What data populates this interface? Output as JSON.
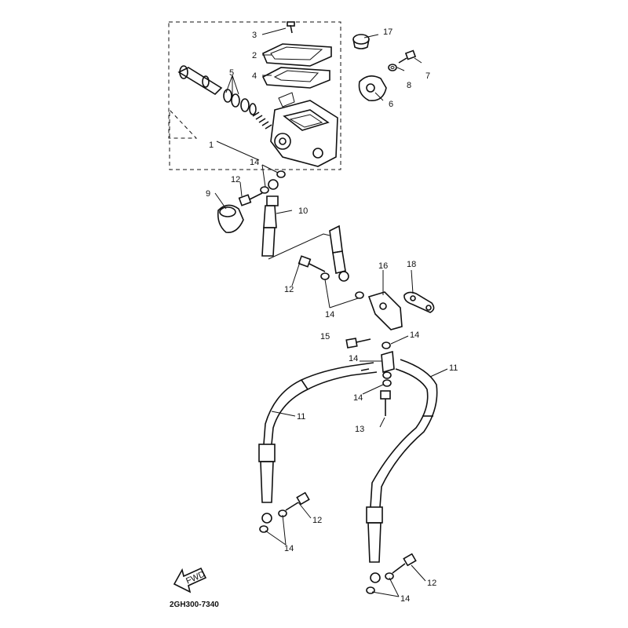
{
  "diagram": {
    "code": "2GH300-7340",
    "fwd_arrow_text": "FWD",
    "callouts": [
      "1",
      "2",
      "3",
      "4",
      "5",
      "6",
      "7",
      "8",
      "9",
      "10",
      "11",
      "11",
      "11",
      "12",
      "12",
      "12",
      "12",
      "13",
      "14",
      "14",
      "14",
      "14",
      "14",
      "14",
      "14",
      "15",
      "16",
      "17",
      "18"
    ]
  }
}
